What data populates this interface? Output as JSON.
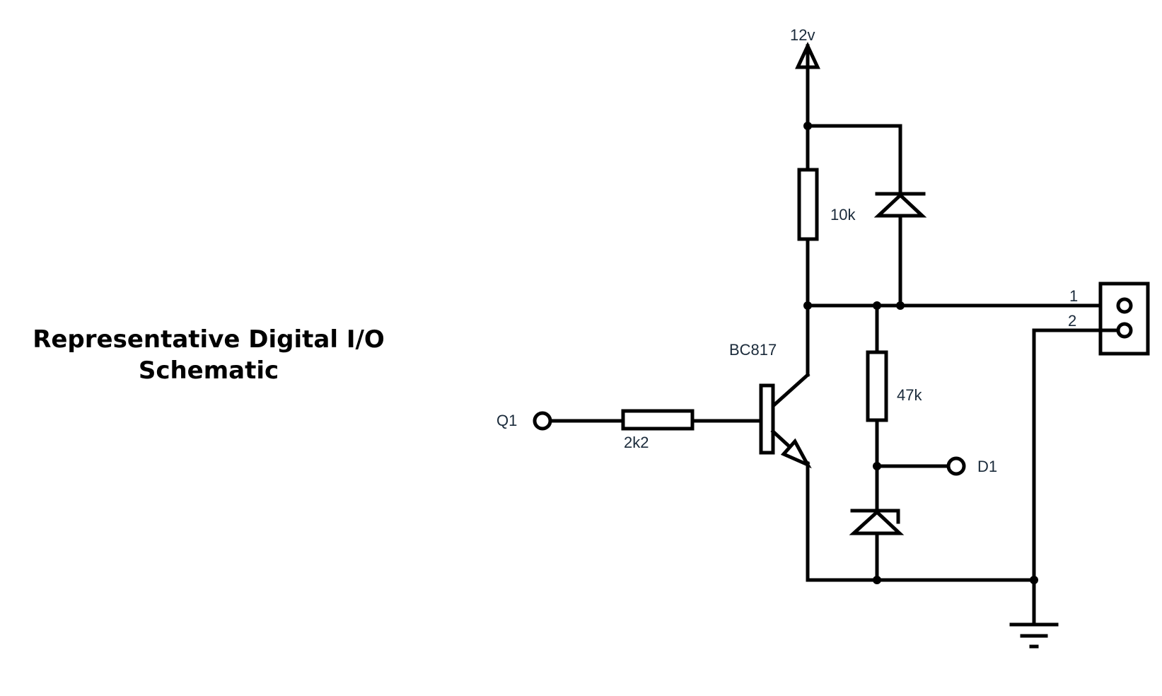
{
  "title": {
    "line1": "Representative Digital I/O",
    "line2": "Schematic"
  },
  "labels": {
    "supply": "12v",
    "r_pullup": "10k",
    "r_base": "2k2",
    "r_divider": "47k",
    "transistor": "BC817",
    "input": "Q1",
    "output": "D1",
    "connector_pin1": "1",
    "connector_pin2": "2"
  },
  "components": [
    {
      "id": "supply",
      "type": "power-arrow",
      "value": "12v"
    },
    {
      "id": "r_pullup",
      "type": "resistor",
      "value": "10k"
    },
    {
      "id": "d_flyback",
      "type": "diode"
    },
    {
      "id": "r_base",
      "type": "resistor",
      "value": "2k2"
    },
    {
      "id": "q",
      "type": "npn-transistor",
      "value": "BC817"
    },
    {
      "id": "r_divider",
      "type": "resistor",
      "value": "47k"
    },
    {
      "id": "d_zener",
      "type": "zener-diode"
    },
    {
      "id": "connector",
      "type": "2-pin-connector",
      "pins": [
        "1",
        "2"
      ]
    },
    {
      "id": "ground",
      "type": "ground"
    }
  ]
}
